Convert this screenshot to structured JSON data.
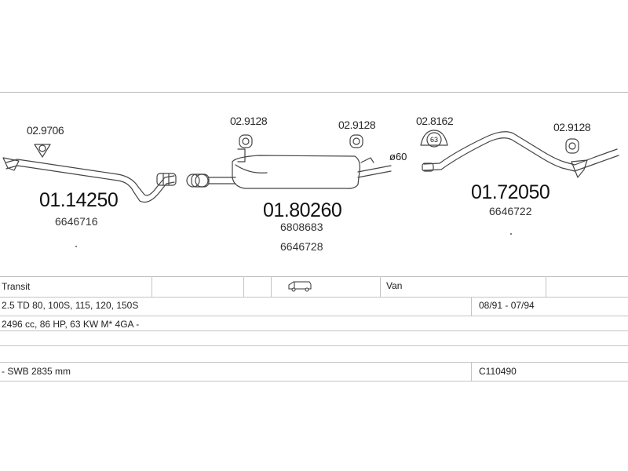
{
  "diagram": {
    "parts": [
      {
        "part_number": "01.14250",
        "oem_numbers": [
          "6646716"
        ]
      },
      {
        "part_number": "01.80260",
        "oem_numbers": [
          "6808683",
          "6646728"
        ]
      },
      {
        "part_number": "01.72050",
        "oem_numbers": [
          "6646722"
        ]
      }
    ],
    "accessories": [
      {
        "ref": "02.9706"
      },
      {
        "ref": "02.9128"
      },
      {
        "ref": "02.9128"
      },
      {
        "ref": "02.8162",
        "badge": "63"
      },
      {
        "ref": "02.9128"
      }
    ],
    "pipe_diameter": "ø60"
  },
  "vehicle": {
    "model": "Transit",
    "body_type": "Van",
    "body_icon": "van-icon",
    "engine": "2.5 TD 80, 100S, 115, 120, 150S",
    "period": "08/91 - 07/94",
    "specs": "2496 cc, 86 HP, 63 KW M* 4GA -",
    "wheelbase": "- SWB 2835 mm",
    "code": "C110490"
  }
}
